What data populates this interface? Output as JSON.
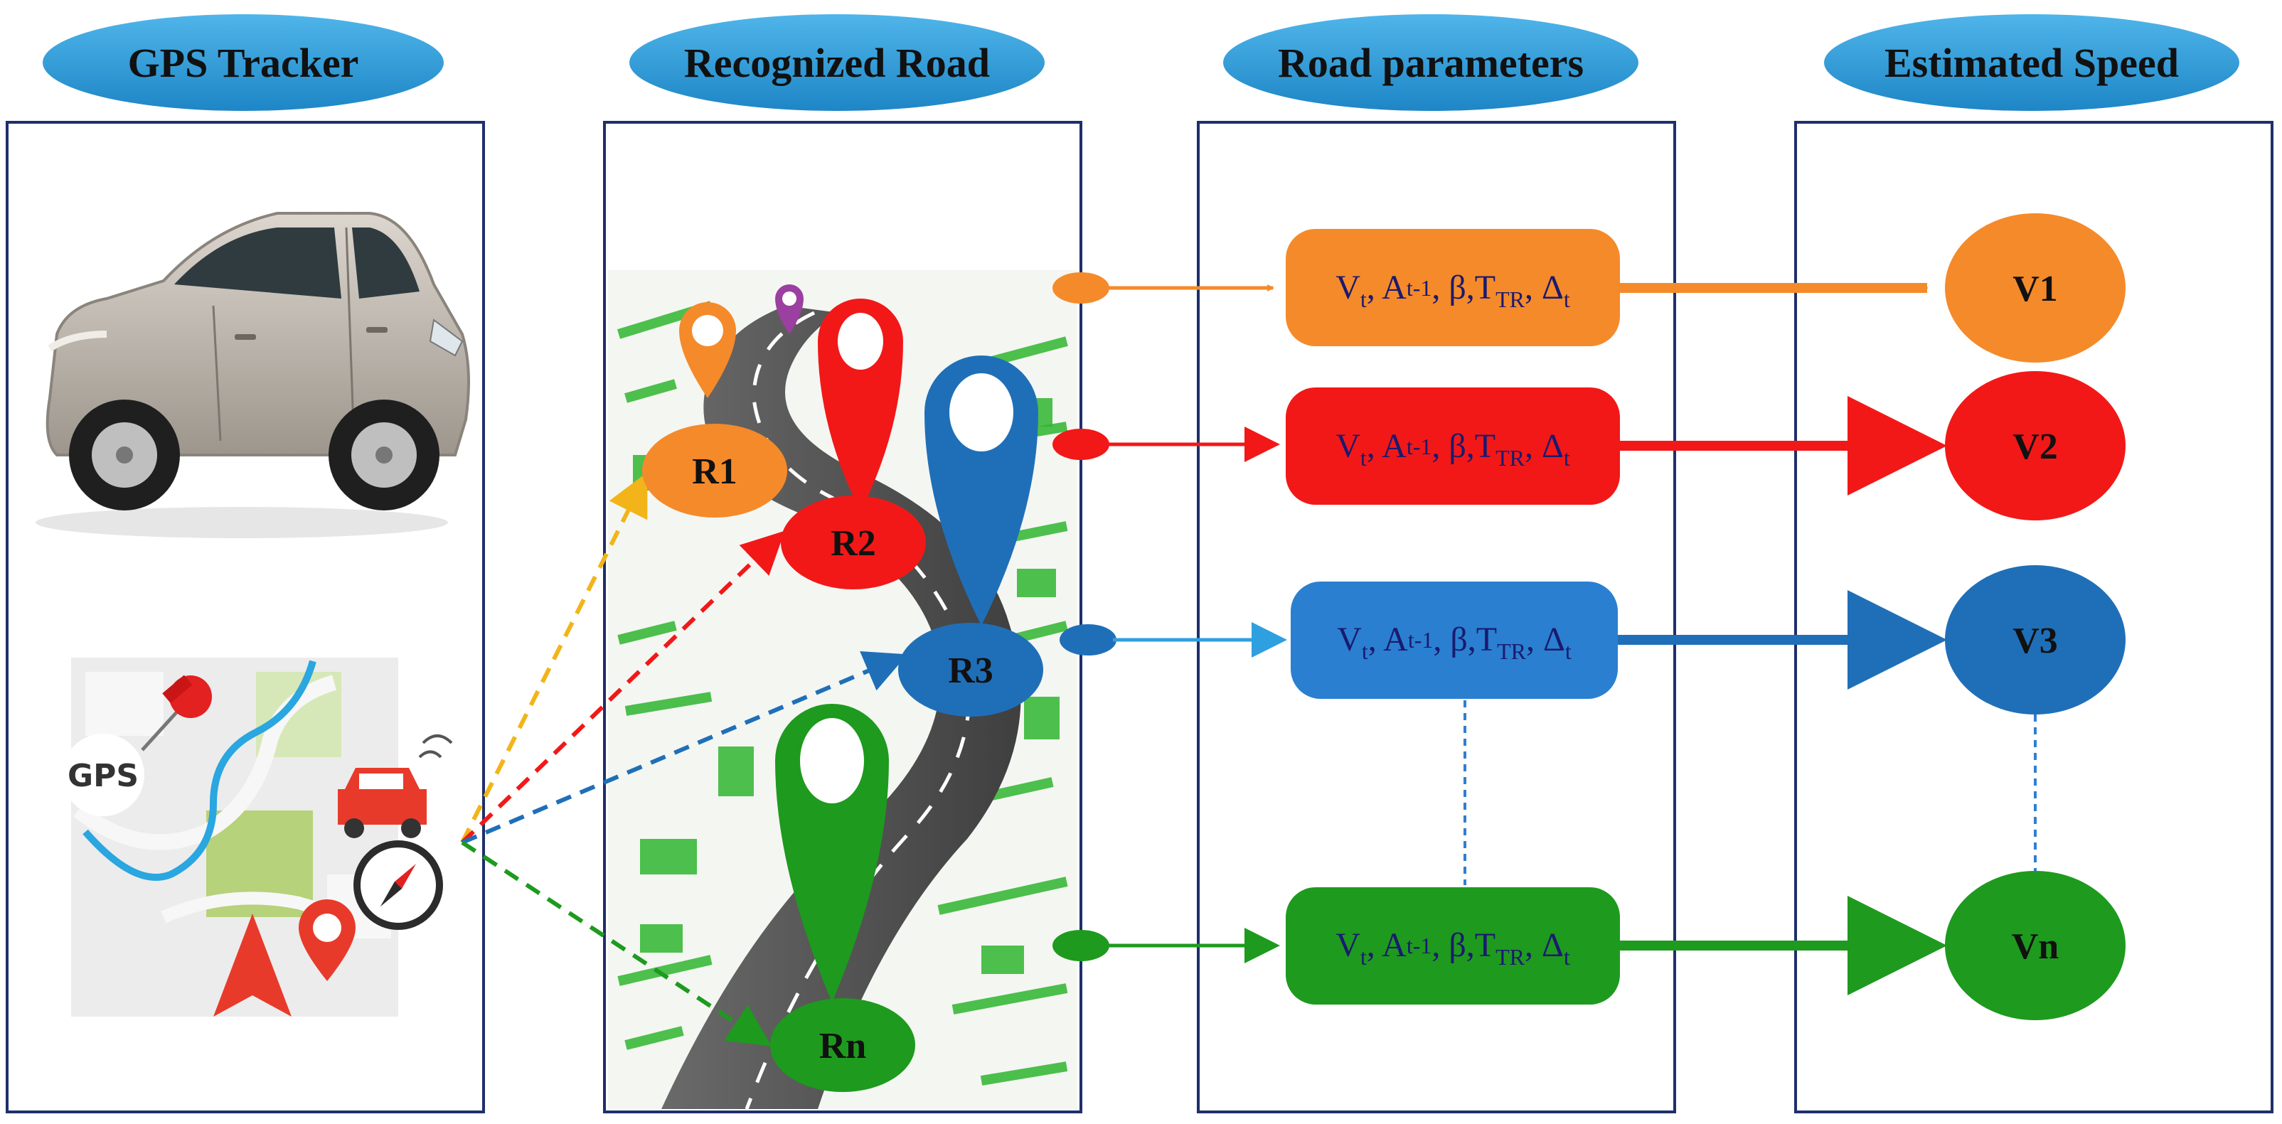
{
  "headers": {
    "gps_tracker": "GPS Tracker",
    "recognized_road": "Recognized Road",
    "road_parameters": "Road parameters",
    "estimated_speed": "Estimated Speed"
  },
  "gps_label": "GPS",
  "roads": [
    {
      "label": "R1",
      "color": "#F58A2A"
    },
    {
      "label": "R2",
      "color": "#F21818"
    },
    {
      "label": "R3",
      "color": "#1F6FB8"
    },
    {
      "label": "Rn",
      "color": "#1E9A1E"
    }
  ],
  "parameters": {
    "v": "V",
    "v_sub": "t",
    "a": "A",
    "a_sub": "t-1",
    "beta": "β",
    "t": "T",
    "t_sub": "TR",
    "delta": "Δ",
    "delta_sub": "t",
    "sep": ", "
  },
  "speeds": [
    {
      "label": "V1",
      "color": "#F58A2A"
    },
    {
      "label": "V2",
      "color": "#F21818"
    },
    {
      "label": "V3",
      "color": "#1F6FB8"
    },
    {
      "label": "Vn",
      "color": "#1E9A1E"
    }
  ],
  "colors": {
    "header_fill": "#2E9BD6",
    "panel_border": "#1F2F6B",
    "gps_arrow_yellow": "#F2B418",
    "param_box_blue": "#2A7FD0",
    "road_gray": "#5A5A5A",
    "map_green": "#2FB52F"
  }
}
